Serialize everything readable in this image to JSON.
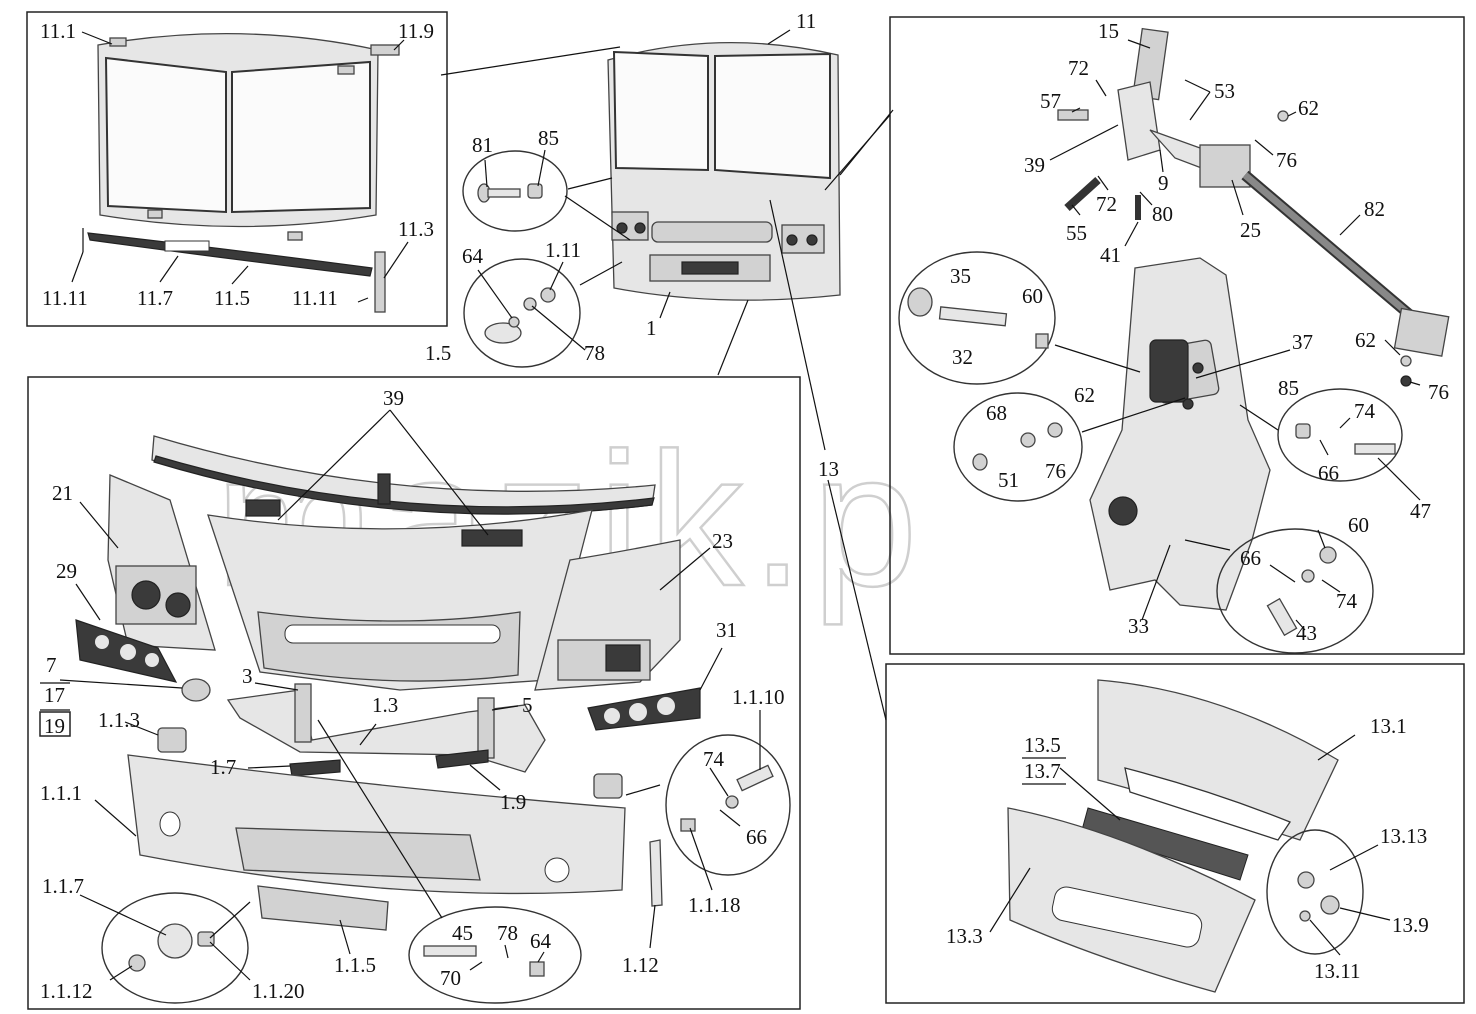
{
  "watermark": "mazik.p",
  "labels": {
    "l11_1": "11.1",
    "l11_9": "11.9",
    "l11_3": "11.3",
    "l11_11a": "11.11",
    "l11_7": "11.7",
    "l11_5": "11.5",
    "l11_11b": "11.11",
    "l11": "11",
    "l81": "81",
    "l85a": "85",
    "l64a": "64",
    "l1_11": "1.11",
    "l1_5": "1.5",
    "l78a": "78",
    "l1": "1",
    "l13a": "13",
    "l15": "15",
    "l72a": "72",
    "l57": "57",
    "l53": "53",
    "l62a": "62",
    "l39a": "39",
    "l9": "9",
    "l76a": "76",
    "l72b": "72",
    "l80": "80",
    "l82": "82",
    "l55": "55",
    "l41": "41",
    "l25": "25",
    "l35": "35",
    "l60a": "60",
    "l32": "32",
    "l37": "37",
    "l62b": "62",
    "l76b": "76",
    "l68": "68",
    "l62c": "62",
    "l51": "51",
    "l76c": "76",
    "l85b": "85",
    "l74a": "74",
    "l66a": "66",
    "l47": "47",
    "l60b": "60",
    "l66b": "66",
    "l74b": "74",
    "l43": "43",
    "l33": "33",
    "l39b": "39",
    "l21": "21",
    "l23": "23",
    "l29": "29",
    "l13b": "13",
    "l7": "7",
    "l17": "17",
    "l19": "19",
    "l3": "3",
    "l1_3": "1.3",
    "l5": "5",
    "l31": "31",
    "l1_1_10": "1.1.10",
    "l1_1_3": "1.1.3",
    "l1_7": "1.7",
    "l1_9": "1.9",
    "l74c": "74",
    "l1_1_1": "1.1.1",
    "l66c": "66",
    "l1_1_18": "1.1.18",
    "l1_1_7": "1.1.7",
    "l45": "45",
    "l78b": "78",
    "l64b": "64",
    "l70": "70",
    "l1_1_12": "1.1.12",
    "l1_1_20": "1.1.20",
    "l1_1_5": "1.1.5",
    "l1_12": "1.12",
    "l13_1": "13.1",
    "l13_5": "13.5",
    "l13_7": "13.7",
    "l13_13": "13.13",
    "l13_9": "13.9",
    "l13_3": "13.3",
    "l13_11": "13.11"
  }
}
